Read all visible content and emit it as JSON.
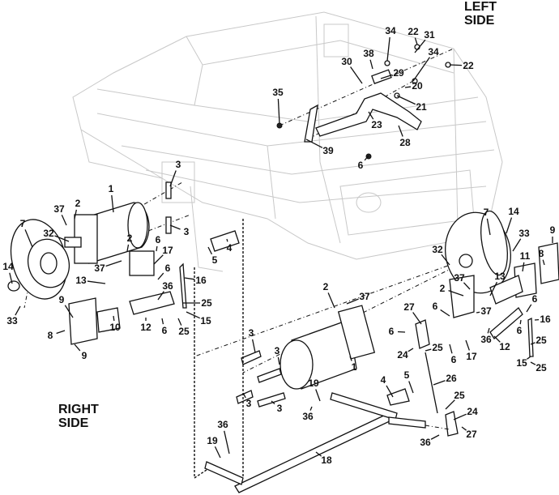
{
  "labels": {
    "left_side": [
      "LEFT",
      "SIDE"
    ],
    "right_side": [
      "RIGHT",
      "SIDE"
    ]
  },
  "callouts": [
    "34",
    "22",
    "31",
    "38",
    "34",
    "29",
    "30",
    "22",
    "20",
    "21",
    "35",
    "23",
    "28",
    "39",
    "6",
    "3",
    "3",
    "1",
    "37",
    "2",
    "7",
    "32",
    "2",
    "6",
    "17",
    "4",
    "5",
    "37",
    "14",
    "6",
    "13",
    "16",
    "36",
    "25",
    "9",
    "33",
    "10",
    "12",
    "6",
    "25",
    "15",
    "8",
    "9",
    "7",
    "14",
    "33",
    "9",
    "8",
    "11",
    "32",
    "37",
    "13",
    "2",
    "6",
    "6",
    "37",
    "27",
    "16",
    "6",
    "36",
    "12",
    "25",
    "6",
    "24",
    "25",
    "17",
    "6",
    "15",
    "25",
    "2",
    "37",
    "3",
    "3",
    "1",
    "26",
    "3",
    "3",
    "19",
    "36",
    "4",
    "5",
    "25",
    "24",
    "27",
    "36",
    "36",
    "19",
    "18"
  ],
  "colors": {
    "line": "#111111",
    "frame": "#c8c8c8"
  }
}
